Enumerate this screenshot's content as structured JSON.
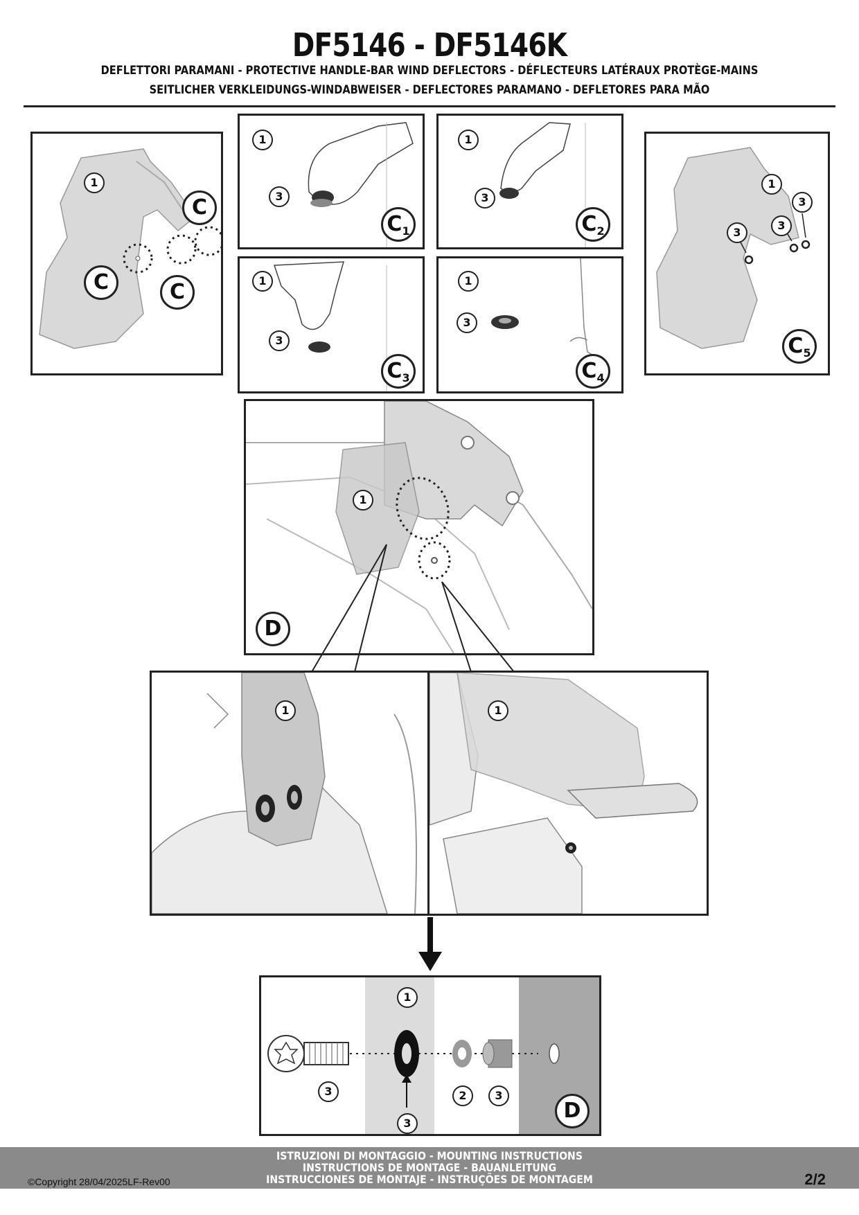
{
  "header": {
    "title": "DF5146 - DF5146K",
    "subtitle_line1": "DEFLETTORI PARAMANI  -  PROTECTIVE HANDLE-BAR WIND DEFLECTORS  -  DÉFLECTEURS LATÉRAUX PROTÈGE-MAINS",
    "subtitle_line2": "SEITLICHER VERKLEIDUNGS-WINDABWEISER  -  DEFLECTORES PARAMANO - DEFLETORES PARA MÃO"
  },
  "panels": {
    "overview": {
      "part": "1",
      "markers": [
        "C",
        "C",
        "C"
      ]
    },
    "c1": {
      "part": "1",
      "item": "3",
      "step": "C",
      "step_index": "1"
    },
    "c2": {
      "part": "1",
      "item": "3",
      "step": "C",
      "step_index": "2"
    },
    "c3": {
      "part": "1",
      "item": "3",
      "step": "C",
      "step_index": "3"
    },
    "c4": {
      "part": "1",
      "item": "3",
      "step": "C",
      "step_index": "4"
    },
    "c5": {
      "part": "1",
      "items": [
        "3",
        "3",
        "3"
      ],
      "step": "C",
      "step_index": "5"
    },
    "d_main": {
      "part": "1",
      "step": "D"
    },
    "detail_left": {
      "part": "1"
    },
    "detail_right": {
      "part": "1"
    },
    "exploded": {
      "part": "1",
      "screw": "3",
      "grommet": "3",
      "washer": "2",
      "spacer": "3",
      "step": "D"
    }
  },
  "footer": {
    "line1": "ISTRUZIONI DI MONTAGGIO  -  MOUNTING INSTRUCTIONS",
    "line2": "INSTRUCTIONS DE MONTAGE - BAUANLEITUNG",
    "line3": "INSTRUCCIONES DE MONTAJE - INSTRUÇÕES DE MONTAGEM",
    "copyright": "©Copyright 28/04/2025LF-Rev00",
    "page": "2/2"
  }
}
